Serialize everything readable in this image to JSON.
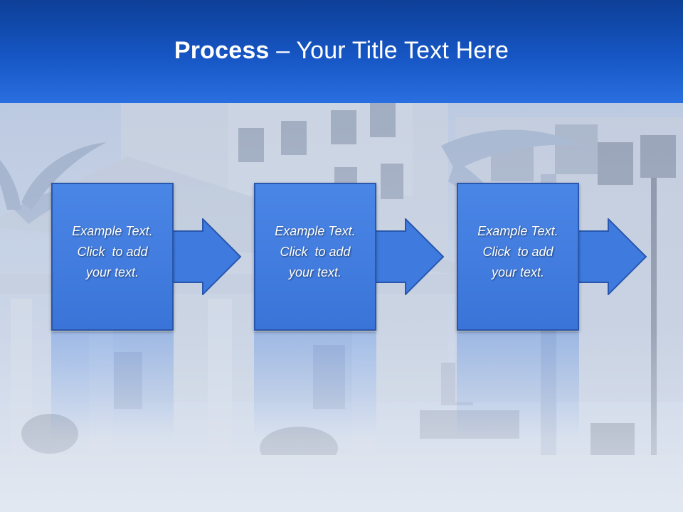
{
  "slide": {
    "title_bold": "Process",
    "title_rest": " – Your Title Text Here"
  },
  "steps": [
    {
      "line1": "Example Text.",
      "line2": "Click  to add",
      "line3": "your text."
    },
    {
      "line1": "Example Text.",
      "line2": "Click  to add",
      "line3": "your text."
    },
    {
      "line1": "Example Text.",
      "line2": "Click  to add",
      "line3": "your text."
    }
  ],
  "colors": {
    "title_bar_top": "#0d3f97",
    "title_bar_bottom": "#2a6fe0",
    "step_fill": "#3a74d8",
    "step_border": "#2857ad",
    "text": "#ffffff"
  }
}
